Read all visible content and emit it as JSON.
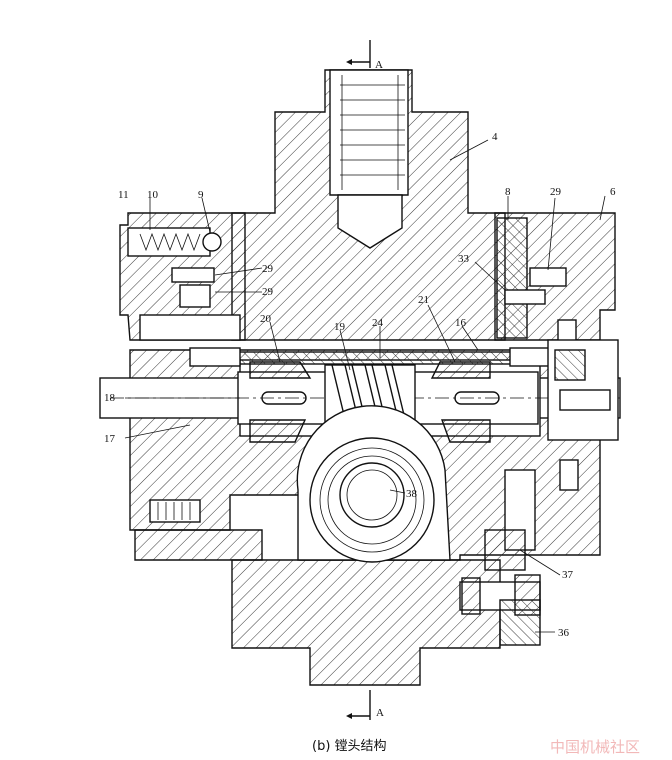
{
  "section_marks": {
    "top": "A",
    "bottom": "A"
  },
  "part_labels": [
    {
      "id": "p4",
      "text": "4"
    },
    {
      "id": "p11",
      "text": "11"
    },
    {
      "id": "p10",
      "text": "10"
    },
    {
      "id": "p9",
      "text": "9"
    },
    {
      "id": "p29a",
      "text": "29"
    },
    {
      "id": "p29b",
      "text": "29"
    },
    {
      "id": "p8",
      "text": "8"
    },
    {
      "id": "p29c",
      "text": "29"
    },
    {
      "id": "p6",
      "text": "6"
    },
    {
      "id": "p33",
      "text": "33"
    },
    {
      "id": "p20",
      "text": "20"
    },
    {
      "id": "p19",
      "text": "19"
    },
    {
      "id": "p24",
      "text": "24"
    },
    {
      "id": "p21",
      "text": "21"
    },
    {
      "id": "p16",
      "text": "16"
    },
    {
      "id": "p18",
      "text": "18"
    },
    {
      "id": "p17",
      "text": "17"
    },
    {
      "id": "p38",
      "text": "38"
    },
    {
      "id": "p37",
      "text": "37"
    },
    {
      "id": "p36",
      "text": "36"
    }
  ],
  "caption": "(b)  镗头结构",
  "watermark": "中国机械社区"
}
